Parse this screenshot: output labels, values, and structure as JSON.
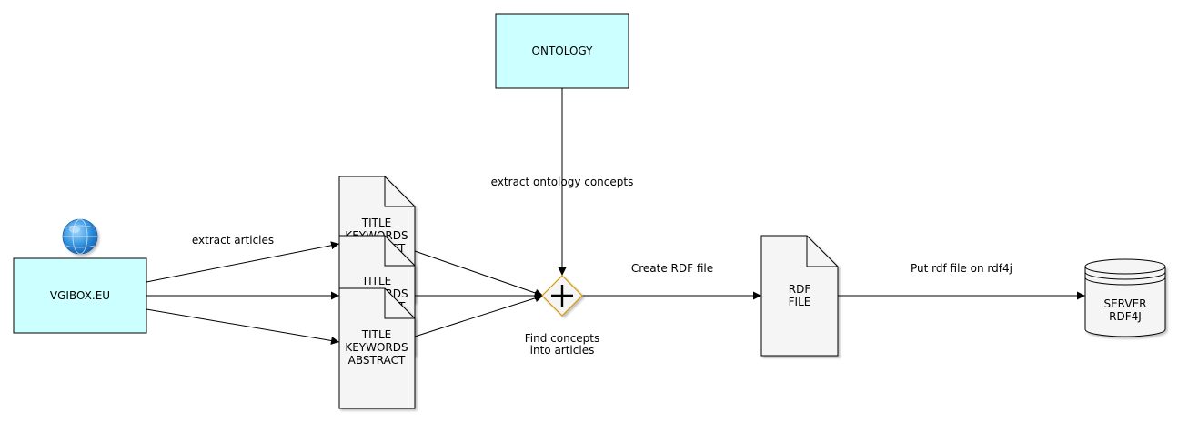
{
  "nodes": {
    "vgibox": "VGIBOX.EU",
    "ontology": "ONTOLOGY",
    "doc_lines": [
      "TITLE",
      "KEYWORDS",
      "ABSTRACT"
    ],
    "rdf_lines": [
      "RDF",
      "FILE"
    ],
    "server_lines": [
      "SERVER",
      "RDF4J"
    ]
  },
  "edges": {
    "extract_articles": "extract articles",
    "extract_ontology": "extract ontology concepts",
    "create_rdf": "Create RDF file",
    "put_rdf": "Put rdf file on rdf4j",
    "find_concepts_lines": [
      "Find concepts",
      "into articles"
    ]
  },
  "icons": {
    "globe": "globe-icon",
    "gateway": "parallel-gateway-icon"
  },
  "colors": {
    "process_fill": "#ccffff",
    "doc_fill": "#f5f5f5",
    "gateway_stroke": "#d79b00",
    "stroke": "#000000"
  }
}
